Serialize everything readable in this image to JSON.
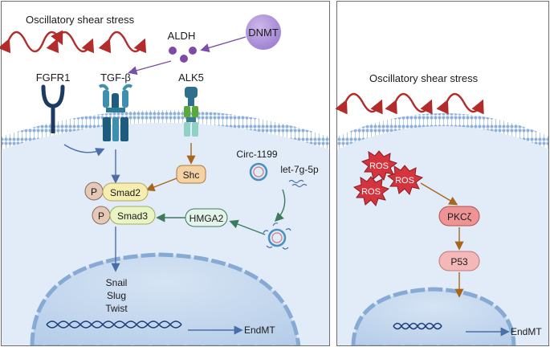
{
  "left_panel": {
    "stress_label": "Oscillatory shear stress",
    "dnmt": "DNMT",
    "aldh": "ALDH",
    "fgfr1": "FGFR1",
    "tgfb": "TGF-β",
    "alk5": "ALK5",
    "shc": "Shc",
    "p1": "P",
    "p2": "P",
    "smad2": "Smad2",
    "smad3": "Smad3",
    "hmga2": "HMGA2",
    "circ": "Circ-1199",
    "let7": "let-7g-5p",
    "snail": "Snail",
    "slug": "Slug",
    "twist": "Twist",
    "endmt": "EndMT"
  },
  "right_panel": {
    "stress_label": "Oscillatory shear stress",
    "ros1": "ROS",
    "ros2": "ROS",
    "ros3": "ROS",
    "pkc": "PKCζ",
    "p53": "P53",
    "endmt": "EndMT"
  },
  "colors": {
    "membrane": "#a9c6e6",
    "cytoplasm": "#e1ecf8",
    "nucleus": "#c5d9ef",
    "wave": "#b22c2c",
    "ros": "#d4343e",
    "purple_arrow": "#7a4fa8",
    "brown_arrow": "#a8661c",
    "green_arrow": "#3d7a5c",
    "blue_arrow": "#4a6fa8"
  }
}
